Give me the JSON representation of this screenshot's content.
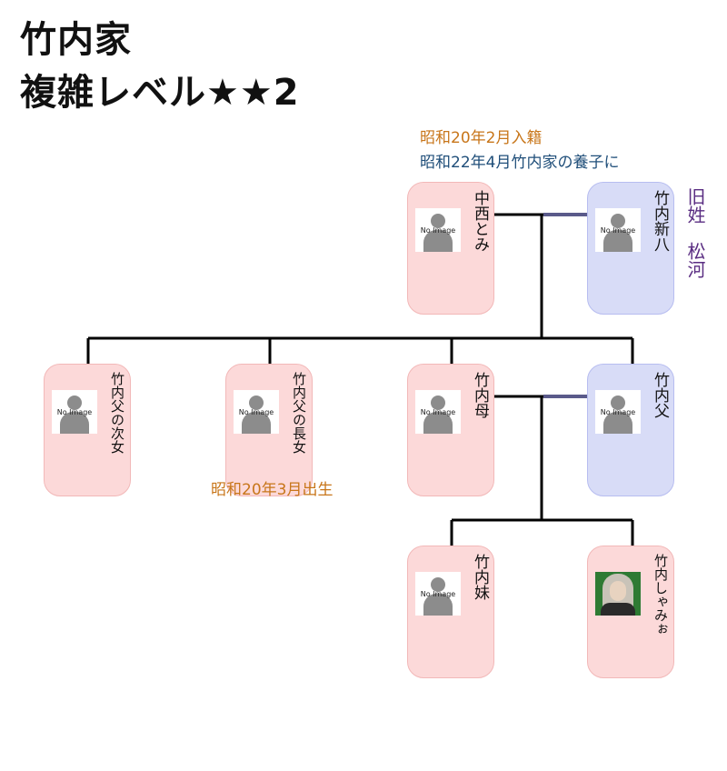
{
  "title": {
    "line1": "竹内家",
    "line2": "複雑レベル★★2"
  },
  "notes": {
    "nishi_entry": "昭和20年2月入籍",
    "nishi_adoption": "昭和22年4月竹内家の養子に",
    "eldest_birth": "昭和20年3月出生",
    "former_surname": "旧姓　松河"
  },
  "placeholder_text": "No Image",
  "colors": {
    "pink_card": "#fcd9d9",
    "lavender_card": "#d8dcf7",
    "spouse_link": "#5a5a8a",
    "line": "#000000",
    "orange_note": "#c8761a",
    "blue_note": "#1f4e79",
    "purple_note": "#5a2d82"
  },
  "people": {
    "nakanishi_tomi": {
      "name": "中西とみ",
      "icon": "person-placeholder-icon"
    },
    "takeuchi_shinpachi": {
      "name": "竹内新八",
      "icon": "person-placeholder-icon"
    },
    "second_daughter": {
      "name": "竹内父の次女",
      "icon": "person-placeholder-icon"
    },
    "eldest_daughter": {
      "name": "竹内父の長女",
      "icon": "person-placeholder-icon"
    },
    "mother": {
      "name": "竹内母",
      "icon": "person-placeholder-icon"
    },
    "father": {
      "name": "竹内父",
      "icon": "person-placeholder-icon"
    },
    "sister": {
      "name": "竹内妹",
      "icon": "person-placeholder-icon"
    },
    "shamio": {
      "name": "竹内しゃみぉ",
      "icon": "portrait-photo"
    }
  }
}
